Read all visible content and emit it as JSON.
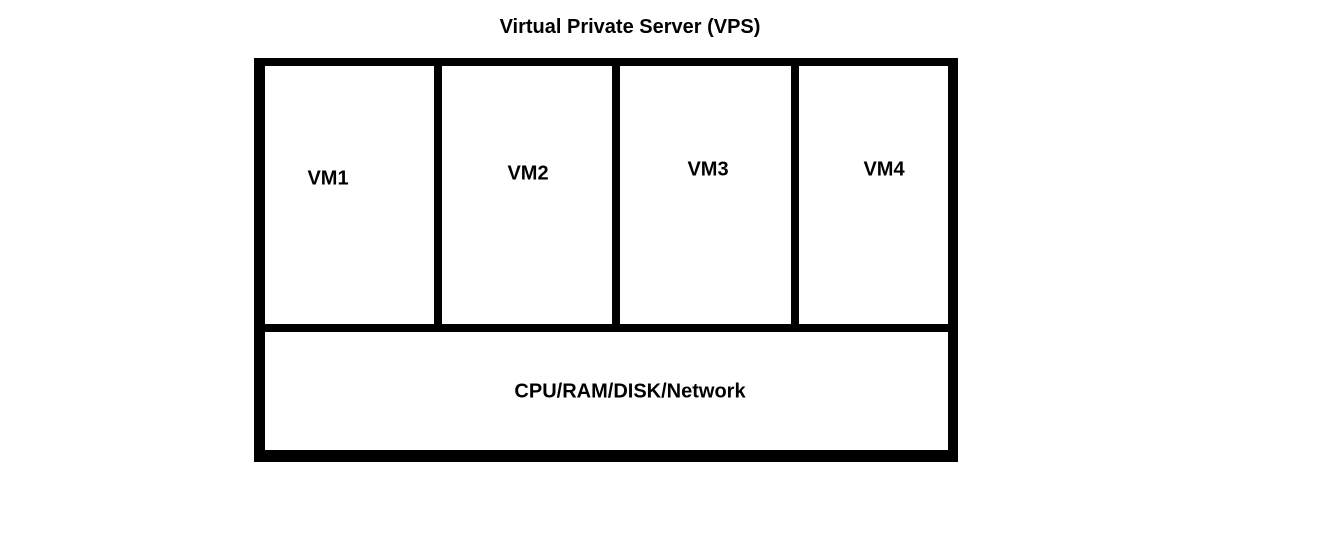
{
  "title": "Virtual Private Server (VPS)",
  "vm_labels": [
    "VM1",
    "VM2",
    "VM3",
    "VM4"
  ],
  "resources_label": "CPU/RAM/DISK/Network",
  "colors": {
    "border": "#000000",
    "background": "#ffffff",
    "text": "#000000"
  }
}
